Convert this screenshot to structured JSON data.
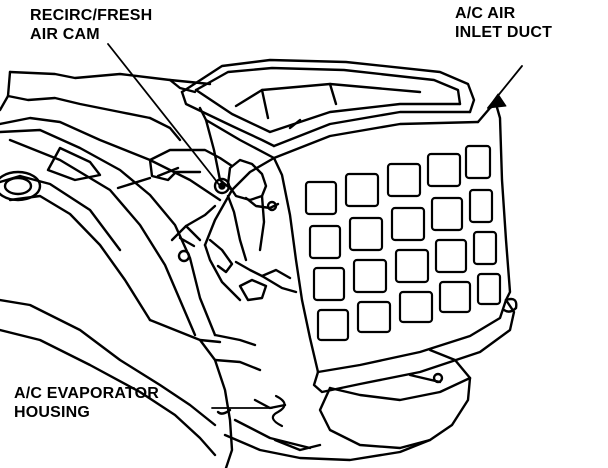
{
  "labels": {
    "recirc_cam": {
      "line1": "RECIRC/FRESH",
      "line2": "AIR CAM"
    },
    "inlet_duct": {
      "line1": "A/C AIR",
      "line2": "INLET DUCT"
    },
    "evaporator_housing": {
      "line1": "A/C EVAPORATOR",
      "line2": "HOUSING"
    }
  },
  "style": {
    "ink": "#000000",
    "paper": "#ffffff"
  }
}
